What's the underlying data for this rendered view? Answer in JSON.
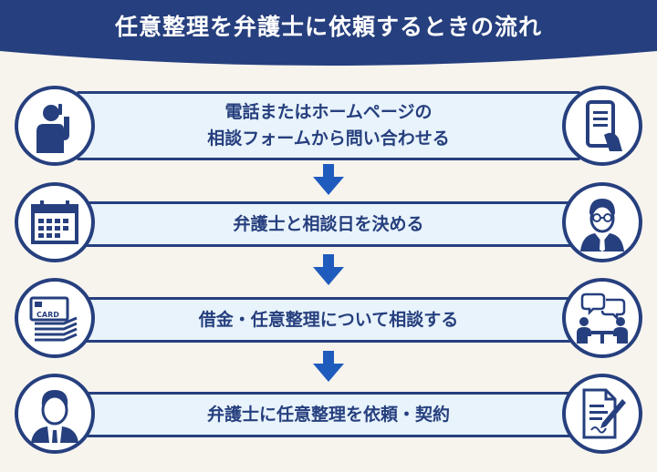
{
  "header": {
    "title": "任意整理を弁護士に依頼するときの流れ"
  },
  "steps": [
    {
      "line1": "電話またはホームページの",
      "line2": "相談フォームから問い合わせる",
      "left_icon": "phone-call-person-icon",
      "right_icon": "smartphone-form-icon"
    },
    {
      "line1": "弁護士と相談日を決める",
      "left_icon": "calendar-icon",
      "right_icon": "lawyer-glasses-icon"
    },
    {
      "line1": "借金・任意整理について相談する",
      "left_icon": "card-money-icon",
      "right_icon": "consultation-meeting-icon"
    },
    {
      "line1": "弁護士に任意整理を依頼・契約",
      "left_icon": "businessman-icon",
      "right_icon": "contract-document-icon"
    }
  ],
  "icons": {
    "card_label": "CARD"
  },
  "colors": {
    "navy": "#263f7e",
    "bar_fill": "#e8f3fb",
    "arrow_blue": "#1f5bbd",
    "background": "#f7f4ee"
  }
}
